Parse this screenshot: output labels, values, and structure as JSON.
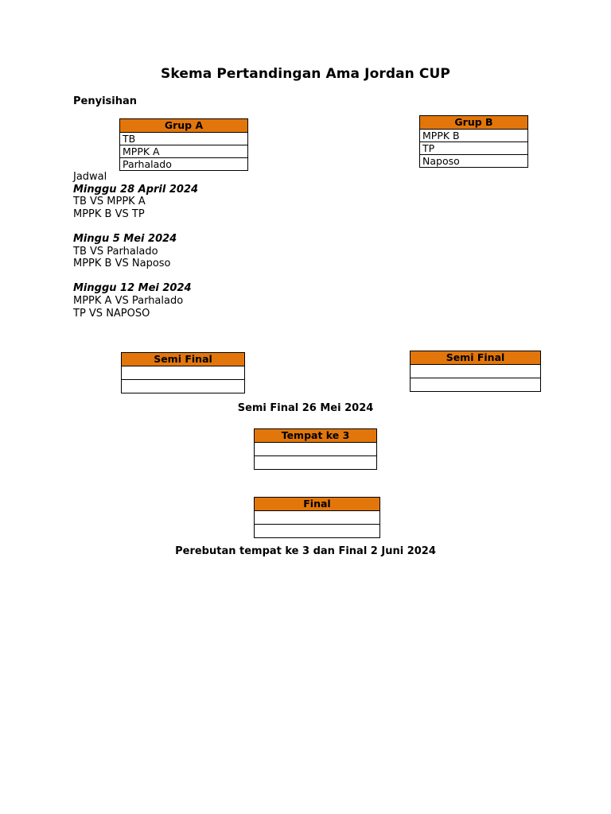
{
  "document": {
    "title": "Skema Pertandingan Ama Jordan CUP",
    "section_label": "Penyisihan"
  },
  "theme": {
    "header_orange": "#E2760B",
    "border": "#000000",
    "background": "#FFFFFF",
    "text": "#000000"
  },
  "groups": [
    {
      "id": "grup-a",
      "header": "Grup A",
      "teams": [
        "TB",
        "MPPK A",
        "Parhalado"
      ]
    },
    {
      "id": "grup-b",
      "header": "Grup B",
      "teams": [
        "MPPK B",
        "TP",
        "Naposo"
      ]
    }
  ],
  "schedule": {
    "label": "Jadwal",
    "rounds": [
      {
        "date": "Minggu 28 April 2024",
        "matches": [
          "TB VS MPPK A",
          "MPPK B VS TP"
        ]
      },
      {
        "date": "Mingu 5 Mei 2024",
        "matches": [
          "TB VS Parhalado",
          "MPPK B VS Naposo"
        ]
      },
      {
        "date": "Minggu 12 Mei 2024",
        "matches": [
          "MPPK A VS Parhalado",
          "TP VS NAPOSO"
        ]
      }
    ]
  },
  "knockout": {
    "semi_final_left": {
      "header": "Semi Final",
      "slots": [
        "",
        ""
      ]
    },
    "semi_final_right": {
      "header": "Semi Final",
      "slots": [
        "",
        ""
      ]
    },
    "semi_final_caption": "Semi Final 26 Mei 2024",
    "third_place": {
      "header": "Tempat ke 3",
      "slots": [
        "",
        ""
      ]
    },
    "final": {
      "header": "Final",
      "slots": [
        "",
        ""
      ]
    },
    "final_caption": "Perebutan tempat ke 3 dan Final 2 Juni 2024"
  }
}
